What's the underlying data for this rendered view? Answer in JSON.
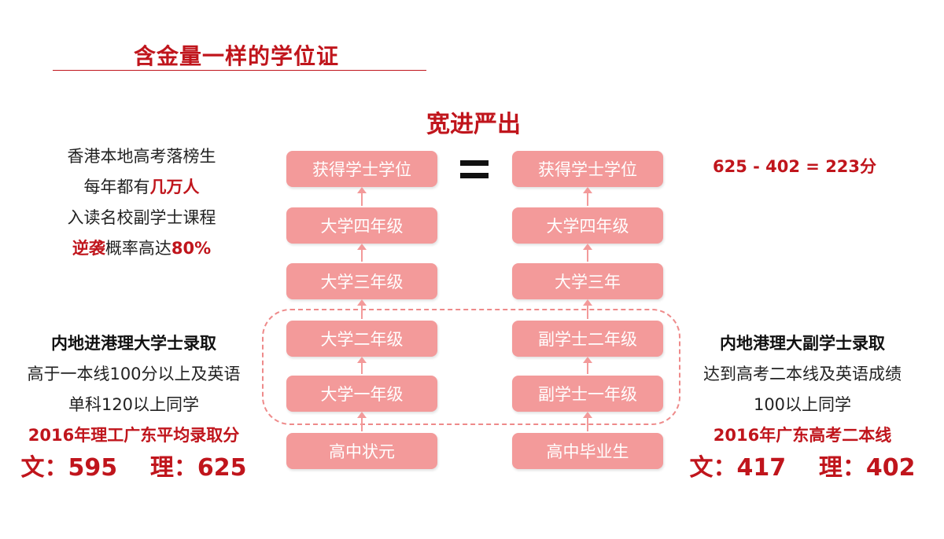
{
  "header": {
    "title": "含金量一样的学位证",
    "center_title": "宽进严出"
  },
  "left_column": {
    "boxes": [
      "获得学士学位",
      "大学四年级",
      "大学三年级",
      "大学二年级",
      "大学一年级",
      "高中状元"
    ]
  },
  "right_column": {
    "boxes": [
      "获得学士学位",
      "大学四年级",
      "大学三年",
      "副学士二年级",
      "副学士一年级",
      "高中毕业生"
    ]
  },
  "left_notes": {
    "line1": "香港本地高考落榜生",
    "line2_prefix": "每年都有",
    "line2_highlight": "几万人",
    "line3": "入读名校副学士课程",
    "line4_highlight_a": "逆袭",
    "line4_middle": "概率高达",
    "line4_highlight_b": "80%"
  },
  "left_bottom": {
    "heading": "内地进港理大学士录取",
    "line1": "高于一本线100分以上及英语",
    "line2": "单科120以上同学",
    "highlight": "2016年理工广东平均录取分",
    "scores": "文：595    理：625"
  },
  "right_top": {
    "formula": "625 - 402 = 223分"
  },
  "right_bottom": {
    "heading": "内地港理大副学士录取",
    "line1": "达到高考二本线及英语成绩",
    "line2": "100以上同学",
    "highlight": "2016年广东高考二本线",
    "scores": "文：417    理：402"
  },
  "colors": {
    "accent_red": "#c0151c",
    "box_pink": "#f39a9a"
  }
}
